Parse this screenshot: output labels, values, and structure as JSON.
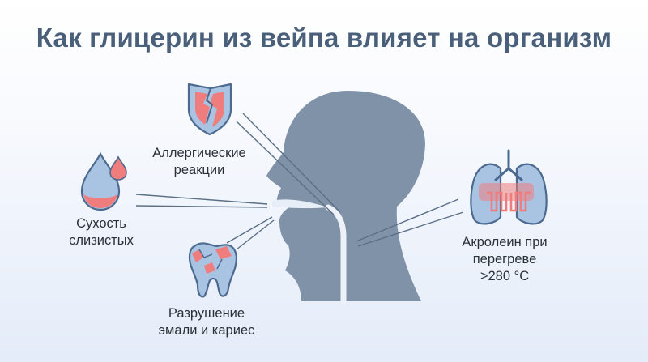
{
  "title": "Как глицерин из вейпа влияет на организм",
  "labels": {
    "allergy": "Аллергические\nреакции",
    "dryness": "Сухость\nслизистых",
    "teeth": "Разрушение\nэмали и кариес",
    "acrolein": "Акролеин при\nперегреве\n>280 °C"
  },
  "icons": {
    "allergy": "broken-shield-icon",
    "dryness": "water-drops-icon",
    "teeth": "damaged-tooth-icon",
    "acrolein": "lungs-icon"
  },
  "colors": {
    "title": "#4a5f79",
    "silhouette": "#7f92a8",
    "icon_fill": "#a9c3e2",
    "icon_outline": "#4c6a8f",
    "accent_red": "#ef7d7d"
  }
}
